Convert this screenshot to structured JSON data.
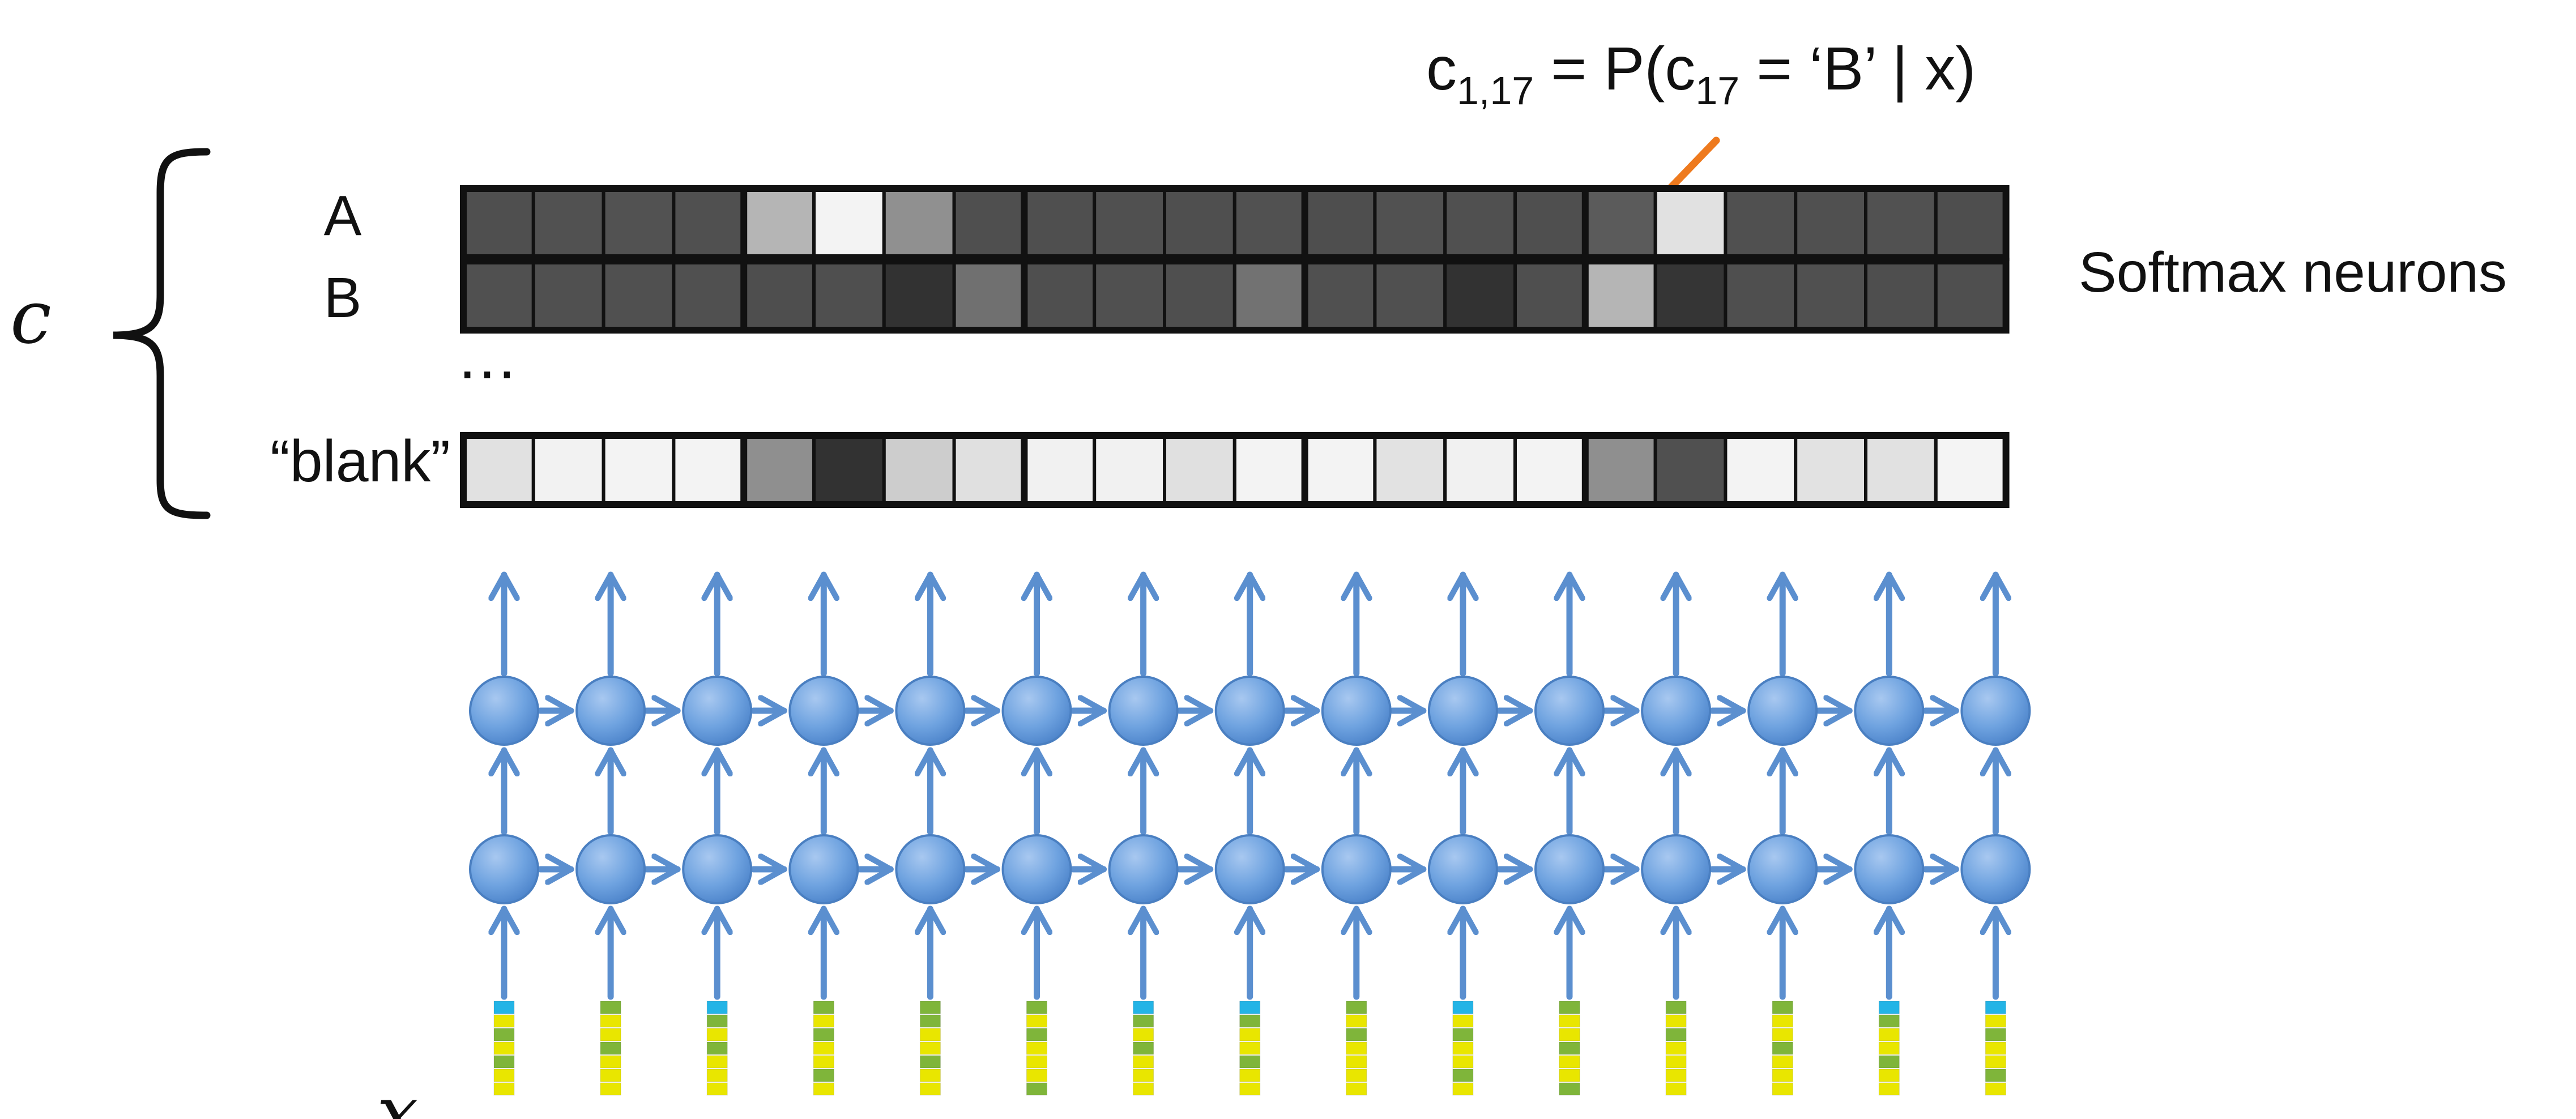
{
  "annotation": {
    "c": "c",
    "sub1": "1,17",
    "mid1": " = P(c",
    "sub2": "17",
    "mid2": " = ‘B’  |  x)"
  },
  "variable_c": "c",
  "variable_x_partial": "x",
  "softmax_label": "Softmax neurons",
  "rows": [
    {
      "label": "A",
      "gray": [
        79,
        81,
        82,
        80,
        181,
        243,
        144,
        79,
        79,
        80,
        79,
        81,
        78,
        81,
        80,
        79,
        91,
        225,
        80,
        80,
        81,
        78
      ]
    },
    {
      "label": "B",
      "gray": [
        80,
        80,
        80,
        80,
        78,
        79,
        50,
        112,
        79,
        80,
        79,
        114,
        80,
        80,
        50,
        79,
        181,
        53,
        79,
        80,
        78,
        79
      ]
    },
    {
      "label": "“blank”",
      "gray": [
        225,
        242,
        243,
        243,
        143,
        50,
        205,
        224,
        241,
        241,
        224,
        243,
        243,
        226,
        241,
        243,
        143,
        80,
        243,
        226,
        225,
        244
      ]
    }
  ],
  "ellipsis": "…",
  "rnn": {
    "columns": 15,
    "layers": 2,
    "node_color": "#6fa3e0",
    "arrow_color": "#5b8fcf"
  },
  "inputs": [
    [
      "#23b4e6",
      "#e9e600",
      "#7fb53a",
      "#e9e600",
      "#7fb53a",
      "#e9e600",
      "#e9e600"
    ],
    [
      "#7fb53a",
      "#e9e600",
      "#e9e600",
      "#7fb53a",
      "#e9e600",
      "#e9e600",
      "#e9e600"
    ],
    [
      "#23b4e6",
      "#7fb53a",
      "#e9e600",
      "#7fb53a",
      "#e9e600",
      "#e9e600",
      "#e9e600"
    ],
    [
      "#7fb53a",
      "#e9e600",
      "#7fb53a",
      "#e9e600",
      "#e9e600",
      "#7fb53a",
      "#e9e600"
    ],
    [
      "#7fb53a",
      "#7fb53a",
      "#e9e600",
      "#e9e600",
      "#7fb53a",
      "#e9e600",
      "#e9e600"
    ],
    [
      "#7fb53a",
      "#e9e600",
      "#7fb53a",
      "#e9e600",
      "#e9e600",
      "#e9e600",
      "#7fb53a"
    ],
    [
      "#23b4e6",
      "#7fb53a",
      "#e9e600",
      "#7fb53a",
      "#e9e600",
      "#e9e600",
      "#e9e600"
    ],
    [
      "#23b4e6",
      "#7fb53a",
      "#e9e600",
      "#e9e600",
      "#7fb53a",
      "#e9e600",
      "#e9e600"
    ],
    [
      "#7fb53a",
      "#e9e600",
      "#7fb53a",
      "#e9e600",
      "#e9e600",
      "#e9e600",
      "#e9e600"
    ],
    [
      "#23b4e6",
      "#e9e600",
      "#7fb53a",
      "#e9e600",
      "#e9e600",
      "#7fb53a",
      "#e9e600"
    ],
    [
      "#7fb53a",
      "#e9e600",
      "#e9e600",
      "#7fb53a",
      "#e9e600",
      "#e9e600",
      "#7fb53a"
    ],
    [
      "#7fb53a",
      "#e9e600",
      "#7fb53a",
      "#e9e600",
      "#e9e600",
      "#e9e600",
      "#e9e600"
    ],
    [
      "#7fb53a",
      "#e9e600",
      "#e9e600",
      "#7fb53a",
      "#e9e600",
      "#e9e600",
      "#e9e600"
    ],
    [
      "#23b4e6",
      "#7fb53a",
      "#e9e600",
      "#e9e600",
      "#7fb53a",
      "#e9e600",
      "#e9e600"
    ],
    [
      "#23b4e6",
      "#e9e600",
      "#7fb53a",
      "#e9e600",
      "#e9e600",
      "#7fb53a",
      "#e9e600"
    ]
  ],
  "colors": {
    "highlight_arrow": "#ee7a1e",
    "cell_border": "#111111",
    "bracket": "#111111"
  }
}
